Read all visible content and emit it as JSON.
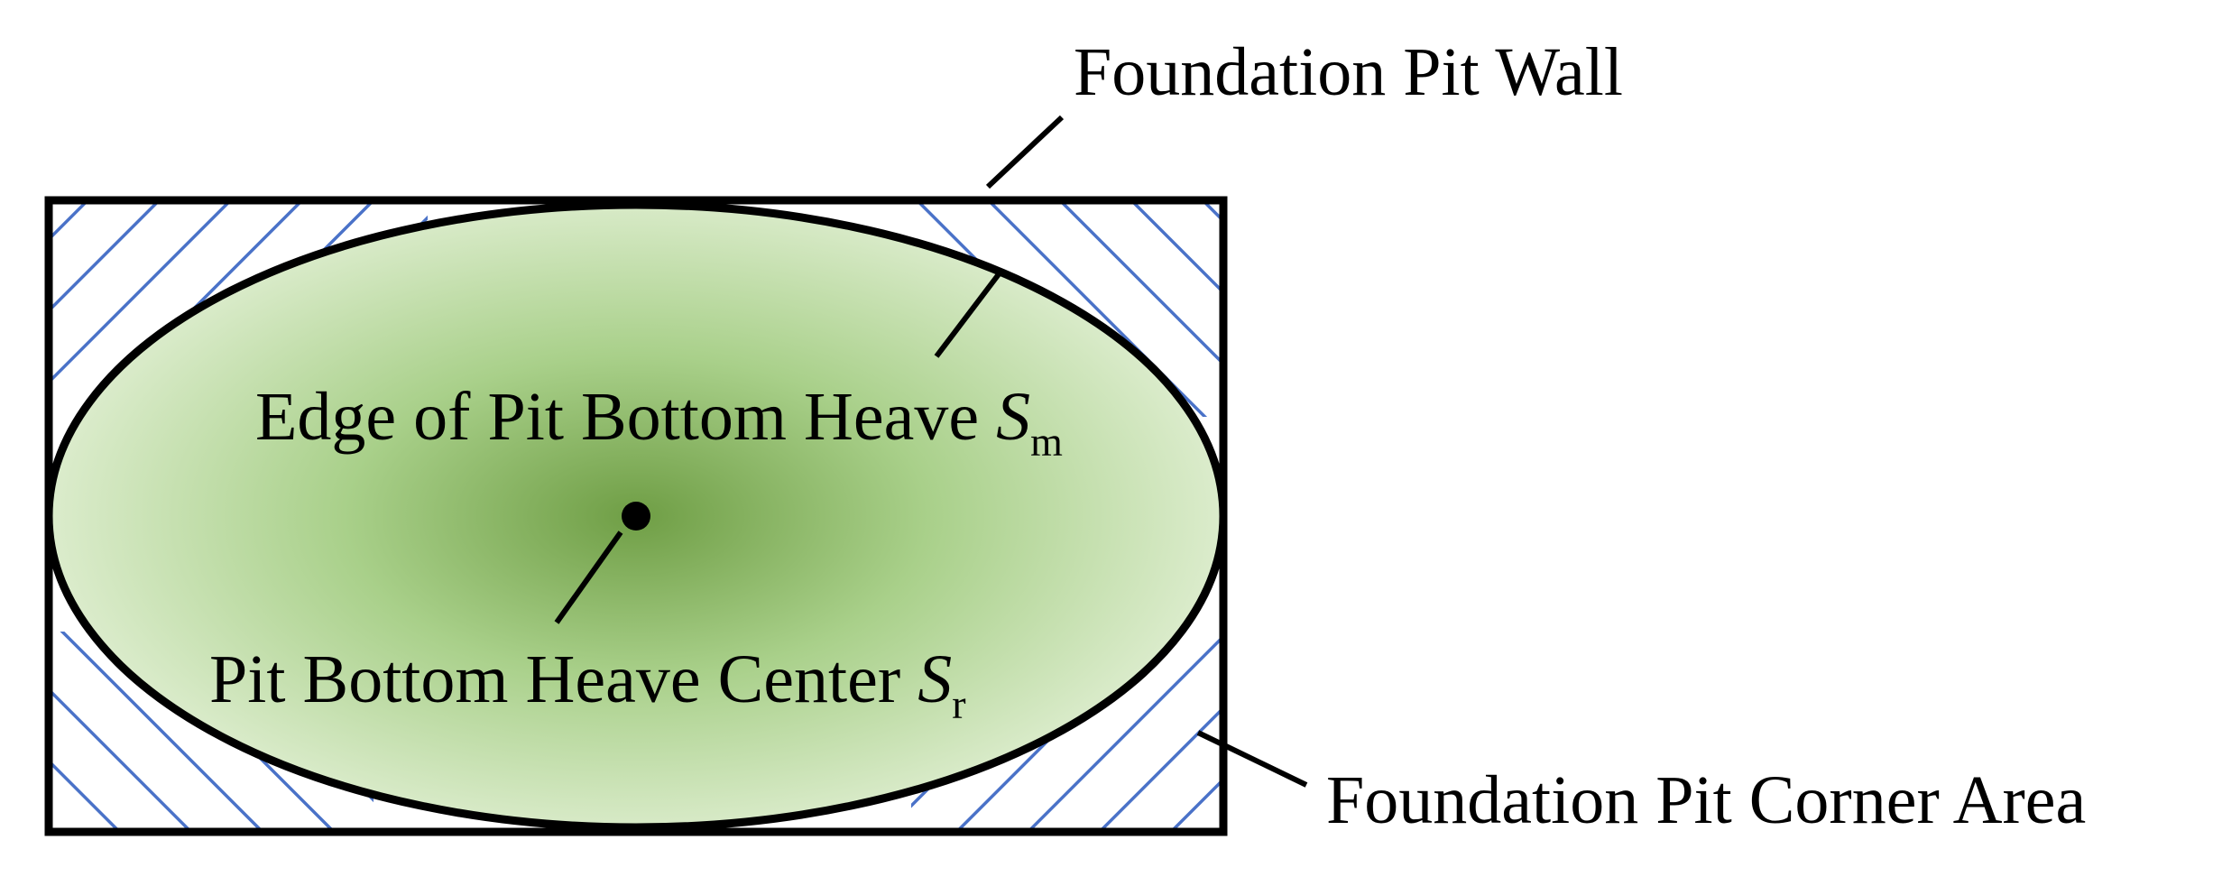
{
  "labels": {
    "foundation_pit_wall": "Foundation Pit Wall",
    "edge_heave": "Edge of Pit Bottom Heave ",
    "edge_symbol": "S",
    "edge_subscript": "m",
    "center_heave": "Pit Bottom Heave Center ",
    "center_symbol": "S",
    "center_subscript": "r",
    "corner_area": "Foundation Pit Corner Area"
  },
  "colors": {
    "hatch": "#4a72c8",
    "outline": "#000000",
    "heave_center": "#6f9e45",
    "heave_edge": "#dfeed0",
    "background": "#ffffff"
  }
}
